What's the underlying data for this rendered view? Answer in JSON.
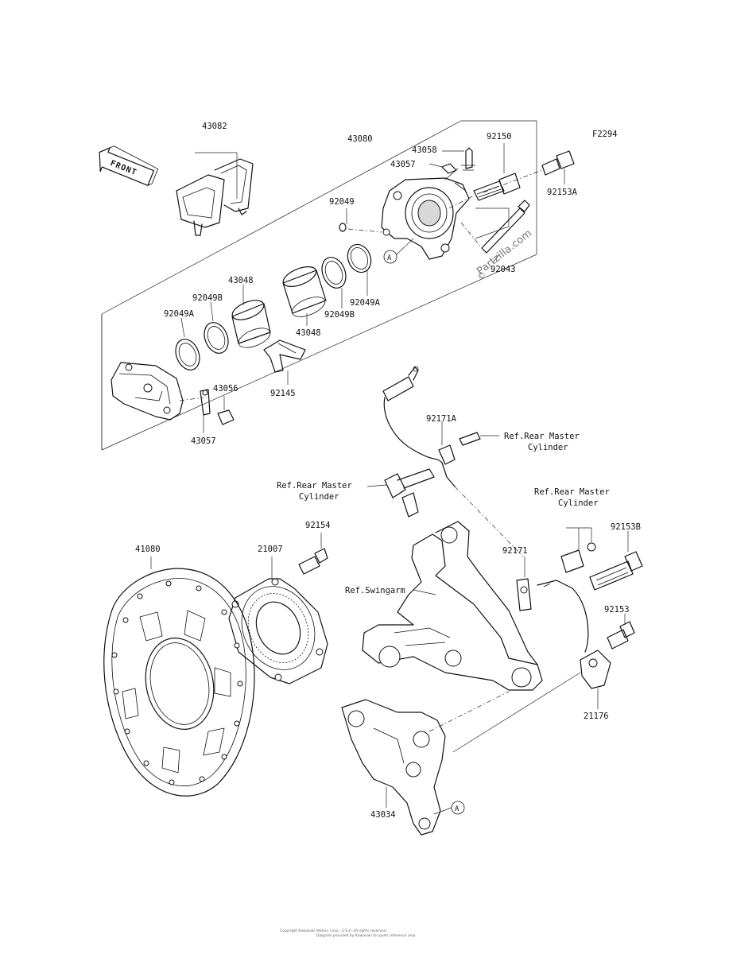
{
  "figure_code": "F2294",
  "front_arrow_label": "FRONT",
  "watermark": "Partzilla.com",
  "copyright_notice": "Copyright Kawasaki Motors Corp., U.S.A. All rights reserved.",
  "copyright_line2": "Diagram provided by Kawasaki for parts reference only",
  "callout_A": "A",
  "part_labels": {
    "p43082": "43082",
    "p43080": "43080",
    "p43058": "43058",
    "p43057_top": "43057",
    "p92150": "92150",
    "p92153A": "92153A",
    "p92049": "92049",
    "p43048_top": "43048",
    "p92049B_left": "92049B",
    "p92049A_left": "92049A",
    "p43048_mid": "43048",
    "p92049B_mid": "92049B",
    "p92049A_right": "92049A",
    "p92043": "92043",
    "p92145": "92145",
    "p43056": "43056",
    "p43057_bottom": "43057",
    "p92171A": "92171A",
    "p92154": "92154",
    "p41080": "41080",
    "p21007": "21007",
    "p92171": "92171",
    "p92153B": "92153B",
    "p92153": "92153",
    "p21176": "21176",
    "p43034": "43034"
  },
  "references": {
    "rear_master_1_line1": "Ref.Rear Master",
    "rear_master_1_line2": "Cylinder",
    "rear_master_2_line1": "Ref.Rear Master",
    "rear_master_2_line2": "Cylinder",
    "rear_master_3_line1": "Ref.Rear Master",
    "rear_master_3_line2": "Cylinder",
    "swingarm": "Ref.Swingarm"
  }
}
